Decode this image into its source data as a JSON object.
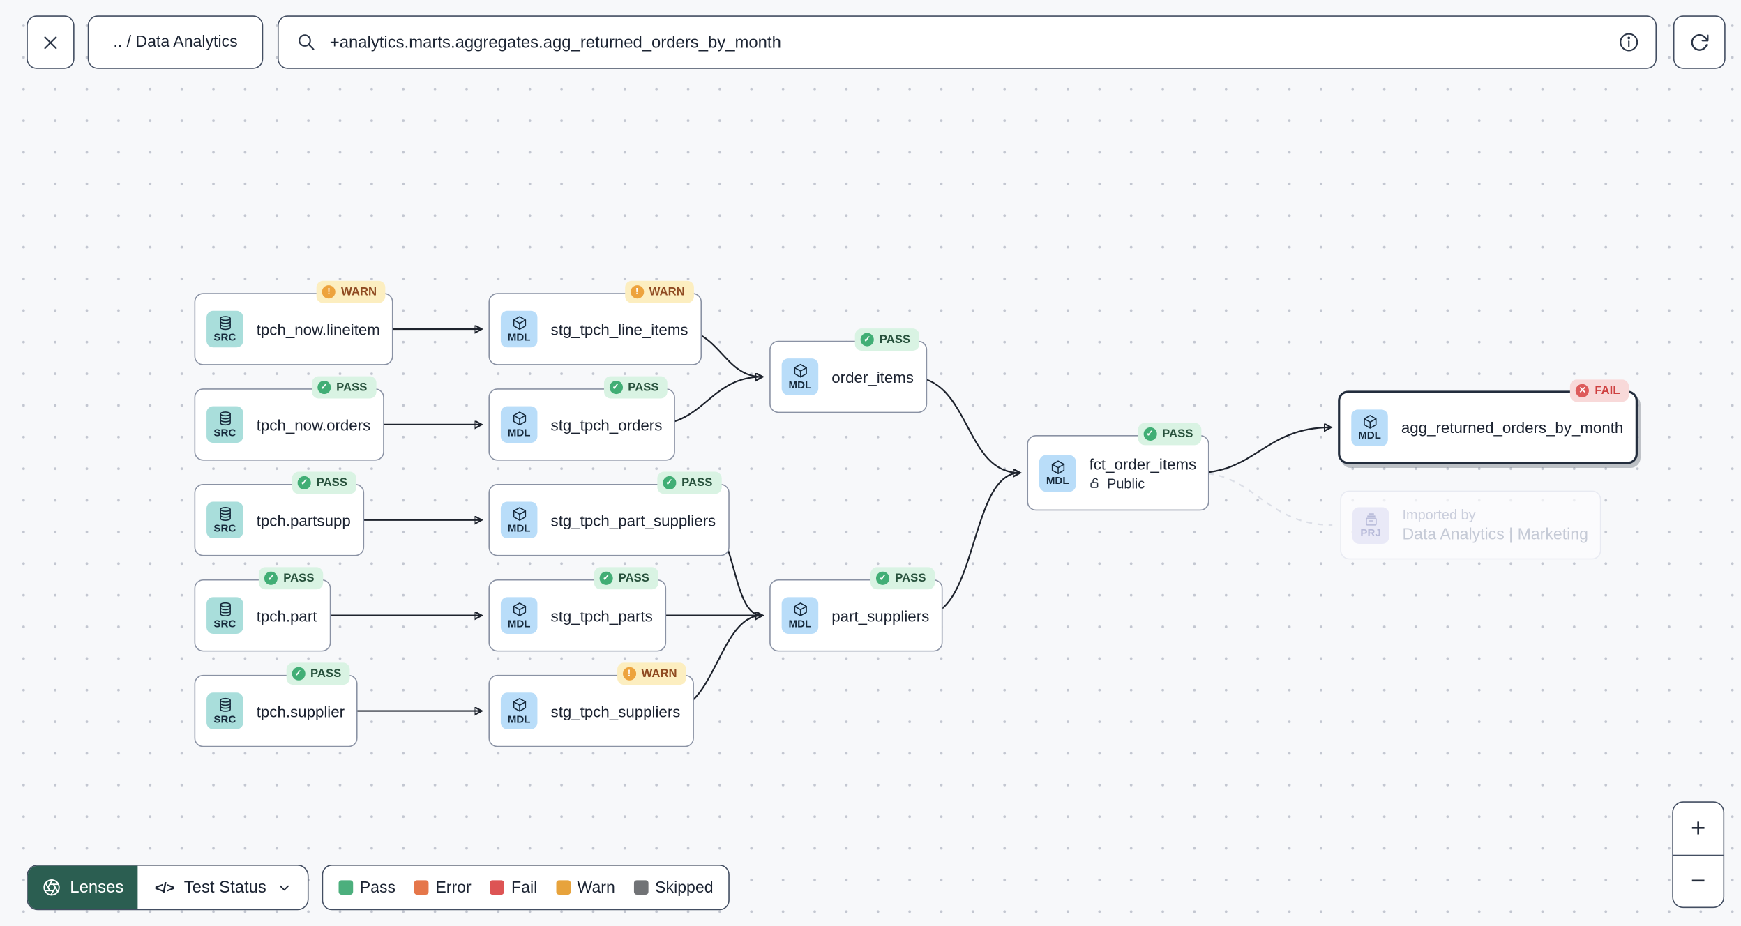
{
  "topbar": {
    "breadcrumb": ".. / Data Analytics",
    "search_value": "+analytics.marts.aggregates.agg_returned_orders_by_month"
  },
  "icons": {
    "pass_glyph": "✓",
    "warn_glyph": "!",
    "fail_glyph": "✕",
    "code_glyph": "</>",
    "zoom_in": "+",
    "zoom_out": "−"
  },
  "graph": {
    "nodes": [
      {
        "id": "tpch_now.lineitem",
        "type": "SRC",
        "label": "tpch_now.lineitem",
        "status": "WARN"
      },
      {
        "id": "tpch_now.orders",
        "type": "SRC",
        "label": "tpch_now.orders",
        "status": "PASS"
      },
      {
        "id": "tpch.partsupp",
        "type": "SRC",
        "label": "tpch.partsupp",
        "status": "PASS"
      },
      {
        "id": "tpch.part",
        "type": "SRC",
        "label": "tpch.part",
        "status": "PASS"
      },
      {
        "id": "tpch.supplier",
        "type": "SRC",
        "label": "tpch.supplier",
        "status": "PASS"
      },
      {
        "id": "stg_tpch_line_items",
        "type": "MDL",
        "label": "stg_tpch_line_items",
        "status": "WARN"
      },
      {
        "id": "stg_tpch_orders",
        "type": "MDL",
        "label": "stg_tpch_orders",
        "status": "PASS"
      },
      {
        "id": "stg_tpch_part_suppliers",
        "type": "MDL",
        "label": "stg_tpch_part_suppliers",
        "status": "PASS"
      },
      {
        "id": "stg_tpch_parts",
        "type": "MDL",
        "label": "stg_tpch_parts",
        "status": "PASS"
      },
      {
        "id": "stg_tpch_suppliers",
        "type": "MDL",
        "label": "stg_tpch_suppliers",
        "status": "WARN"
      },
      {
        "id": "order_items",
        "type": "MDL",
        "label": "order_items",
        "status": "PASS"
      },
      {
        "id": "part_suppliers",
        "type": "MDL",
        "label": "part_suppliers",
        "status": "PASS"
      },
      {
        "id": "fct_order_items",
        "type": "MDL",
        "label": "fct_order_items",
        "status": "PASS",
        "access": "Public"
      },
      {
        "id": "agg_returned_orders_by_month",
        "type": "MDL",
        "label": "agg_returned_orders_by_month",
        "status": "FAIL",
        "selected": true
      },
      {
        "id": "imported_project",
        "type": "PRJ",
        "title": "Imported by",
        "label": "Data Analytics | Marketing",
        "faded": true
      }
    ],
    "edges": [
      {
        "from": "tpch_now.lineitem",
        "to": "stg_tpch_line_items"
      },
      {
        "from": "tpch_now.orders",
        "to": "stg_tpch_orders"
      },
      {
        "from": "tpch.partsupp",
        "to": "stg_tpch_part_suppliers"
      },
      {
        "from": "tpch.part",
        "to": "stg_tpch_parts"
      },
      {
        "from": "tpch.supplier",
        "to": "stg_tpch_suppliers"
      },
      {
        "from": "stg_tpch_line_items",
        "to": "order_items"
      },
      {
        "from": "stg_tpch_orders",
        "to": "order_items"
      },
      {
        "from": "stg_tpch_part_suppliers",
        "to": "part_suppliers"
      },
      {
        "from": "stg_tpch_parts",
        "to": "part_suppliers"
      },
      {
        "from": "stg_tpch_suppliers",
        "to": "part_suppliers"
      },
      {
        "from": "order_items",
        "to": "fct_order_items"
      },
      {
        "from": "part_suppliers",
        "to": "fct_order_items"
      },
      {
        "from": "fct_order_items",
        "to": "agg_returned_orders_by_month"
      },
      {
        "from": "fct_order_items",
        "to": "imported_project",
        "style": "dashed"
      }
    ]
  },
  "footer": {
    "lenses_label": "Lenses",
    "selector_label": "Test Status",
    "legend": {
      "items": [
        {
          "label": "Pass",
          "color": "#4caf7d"
        },
        {
          "label": "Error",
          "color": "#e5764a"
        },
        {
          "label": "Fail",
          "color": "#dd5454"
        },
        {
          "label": "Warn",
          "color": "#e7a33c"
        },
        {
          "label": "Skipped",
          "color": "#717376"
        }
      ]
    }
  },
  "status_colors": {
    "pass_bg": "#d9f3e3",
    "pass_fg": "#27513c",
    "pass_dot": "#41ae75",
    "warn_bg": "#fceec0",
    "warn_fg": "#8f4a21",
    "warn_dot": "#eda33d",
    "fail_bg": "#f8d9d9",
    "fail_fg": "#ce3f3f",
    "fail_dot": "#dd5b5b",
    "lenses_bg": "#2b5e51"
  }
}
